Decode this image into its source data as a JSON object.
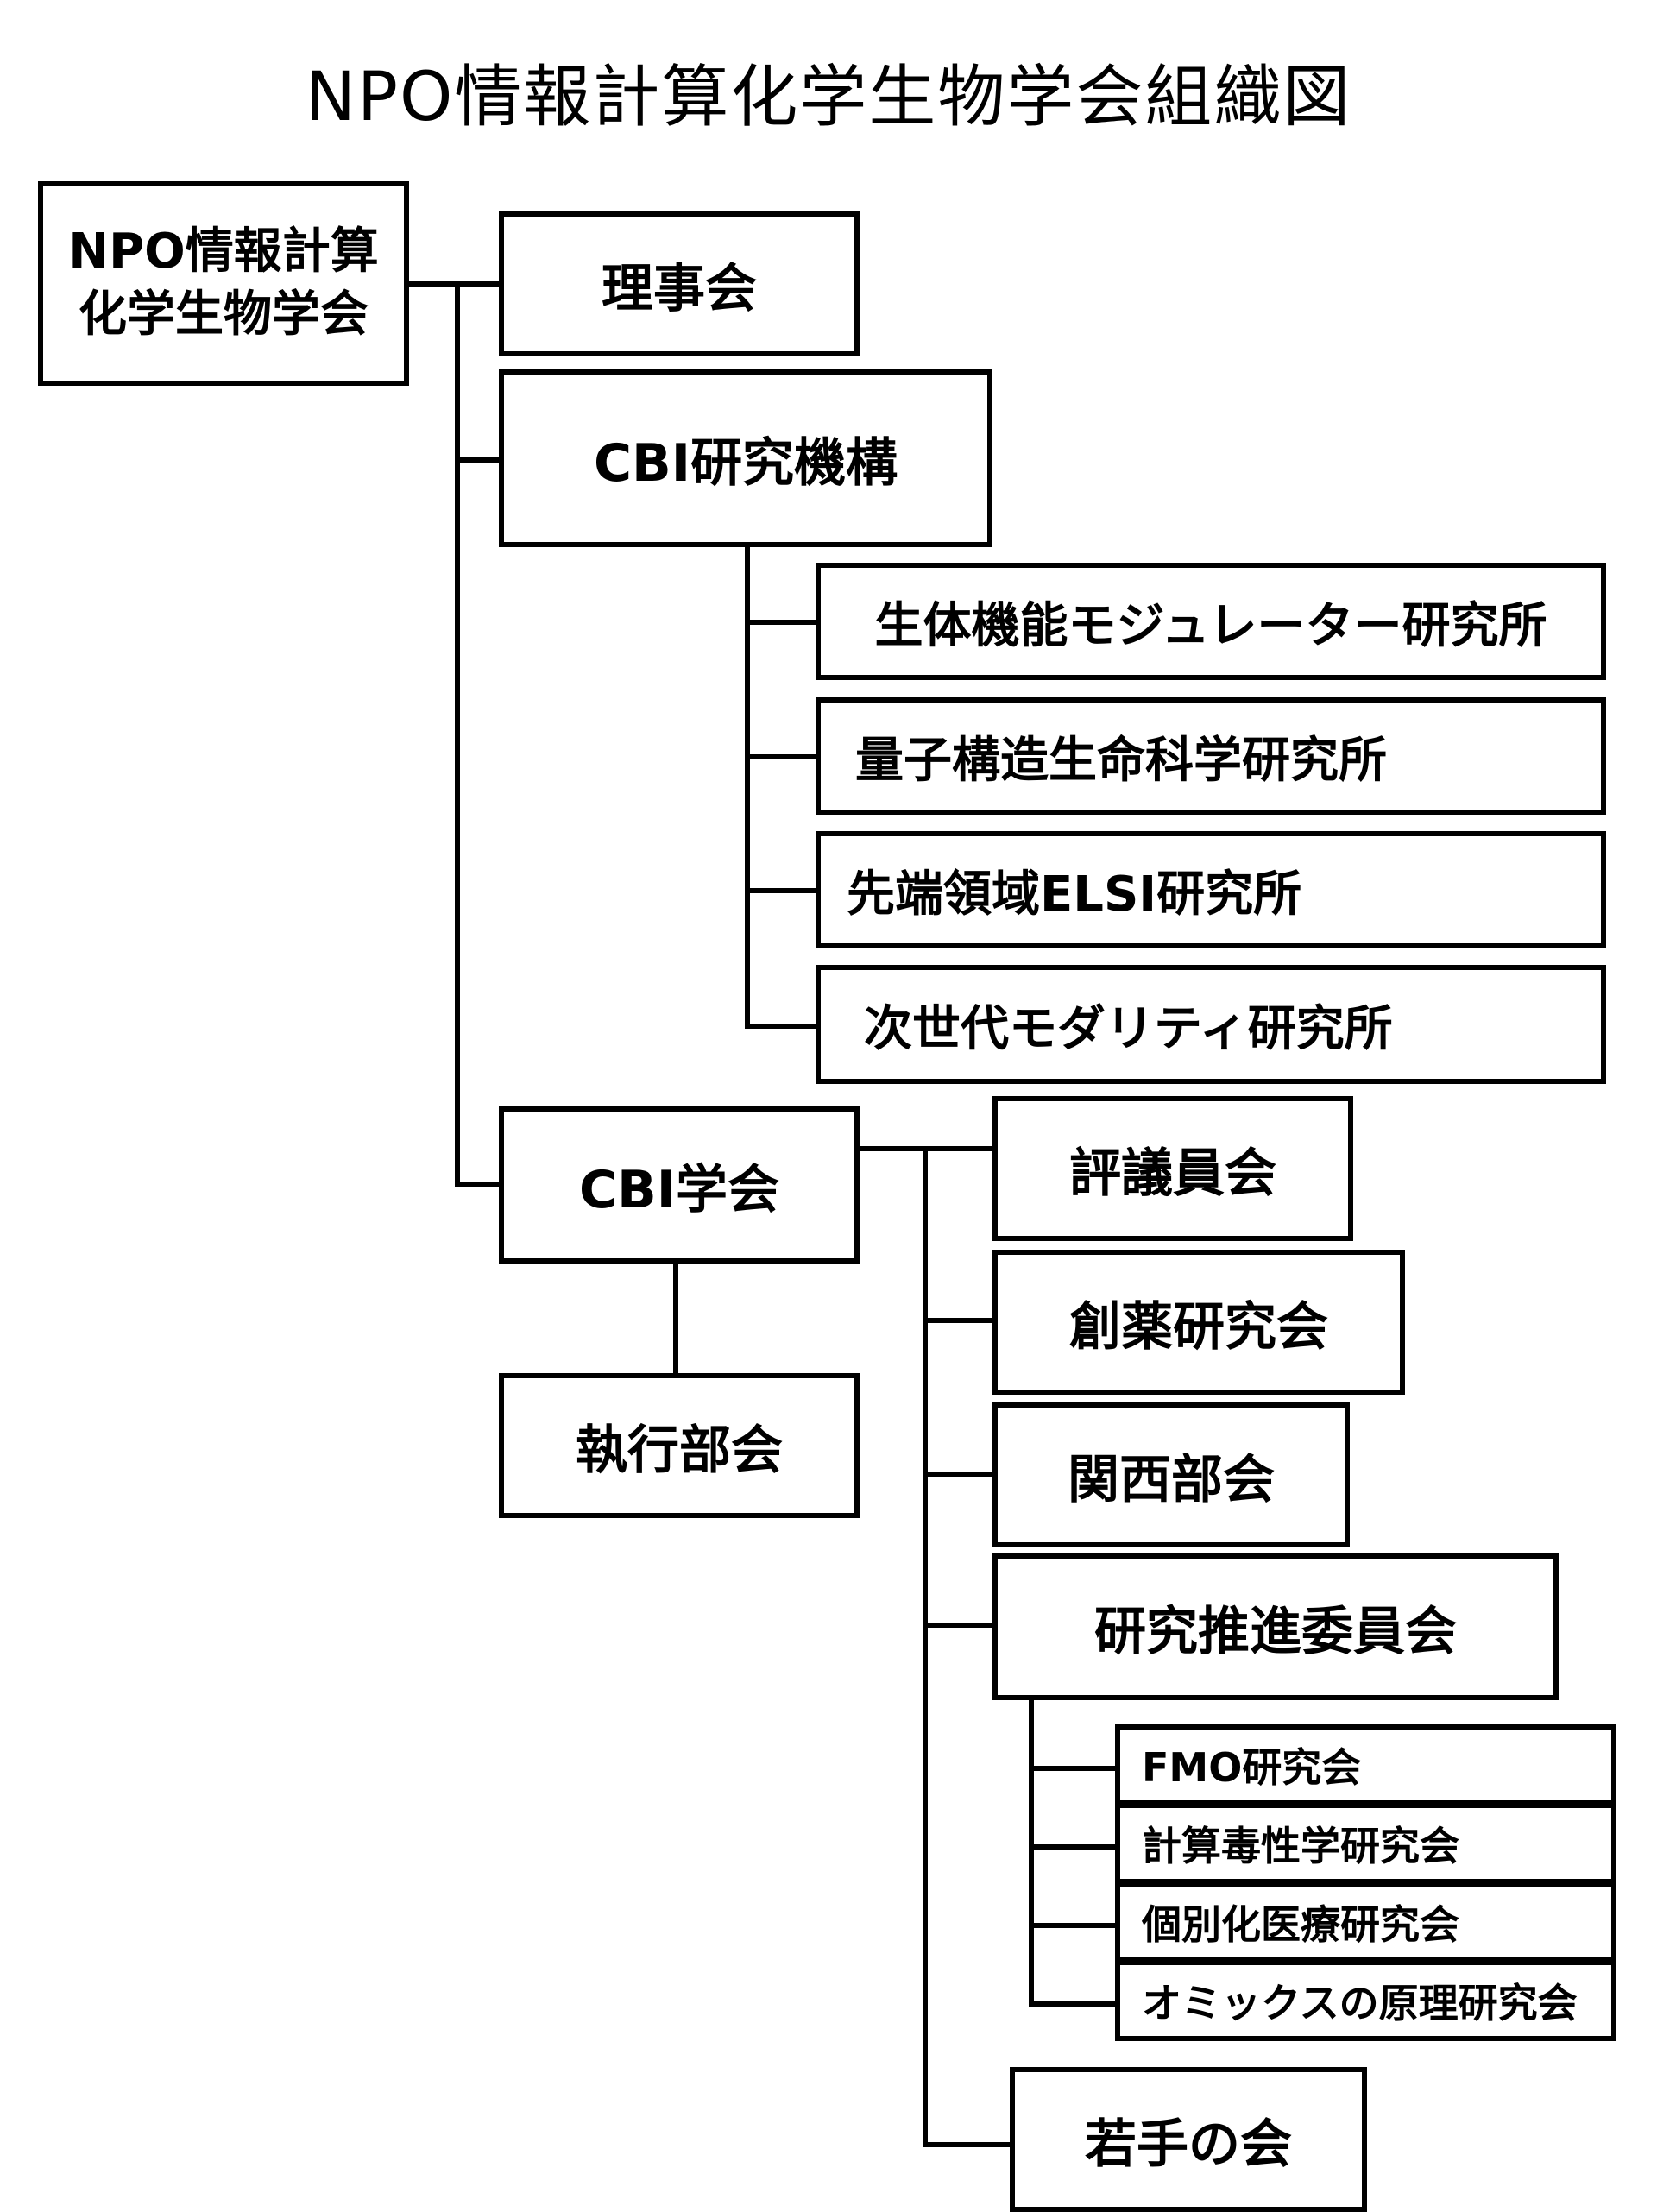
{
  "title": "NPO情報計算化学生物学会組織図",
  "nodes": {
    "root": "NPO情報計算\n化学生物学会",
    "board": "理事会",
    "cbi_institute": "CBI研究機構",
    "lab_bio": "生体機能モジュレーター研究所",
    "lab_quantum": "量子構造生命科学研究所",
    "lab_elsi": "先端領域ELSI研究所",
    "lab_modality": "次世代モダリティ研究所",
    "cbi_society": "CBI学会",
    "executive": "執行部会",
    "councilors": "評議員会",
    "drug_discovery": "創薬研究会",
    "kansai": "関西部会",
    "research_promotion": "研究推進委員会",
    "fmo": "FMO研究会",
    "toxicology": "計算毒性学研究会",
    "personalized": "個別化医療研究会",
    "omics": "オミックスの原理研究会",
    "young": "若手の会"
  }
}
